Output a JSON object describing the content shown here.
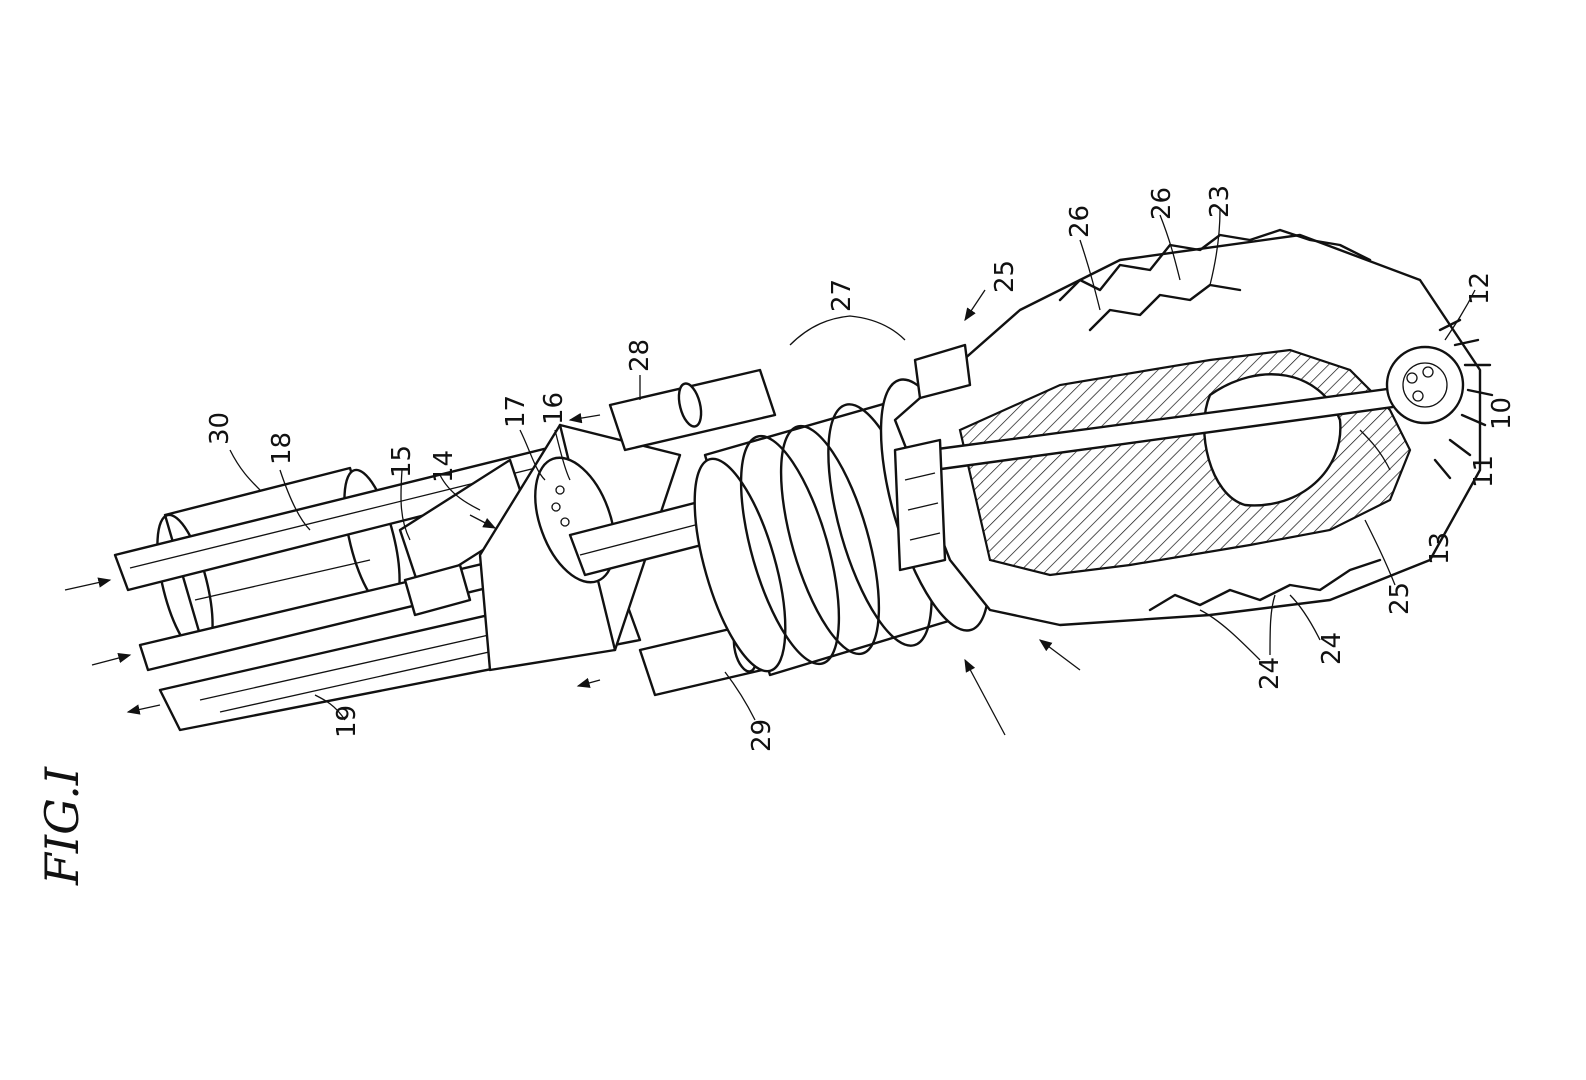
{
  "figure": {
    "caption": "FIG.I"
  },
  "reference_numerals": [
    "30",
    "18",
    "15",
    "14",
    "17",
    "16",
    "28",
    "27",
    "25",
    "26",
    "26",
    "23",
    "12",
    "10",
    "11",
    "13",
    "25",
    "24",
    "24",
    "29",
    "19"
  ],
  "colors": {
    "ink": "#111111",
    "paper": "#ffffff"
  }
}
